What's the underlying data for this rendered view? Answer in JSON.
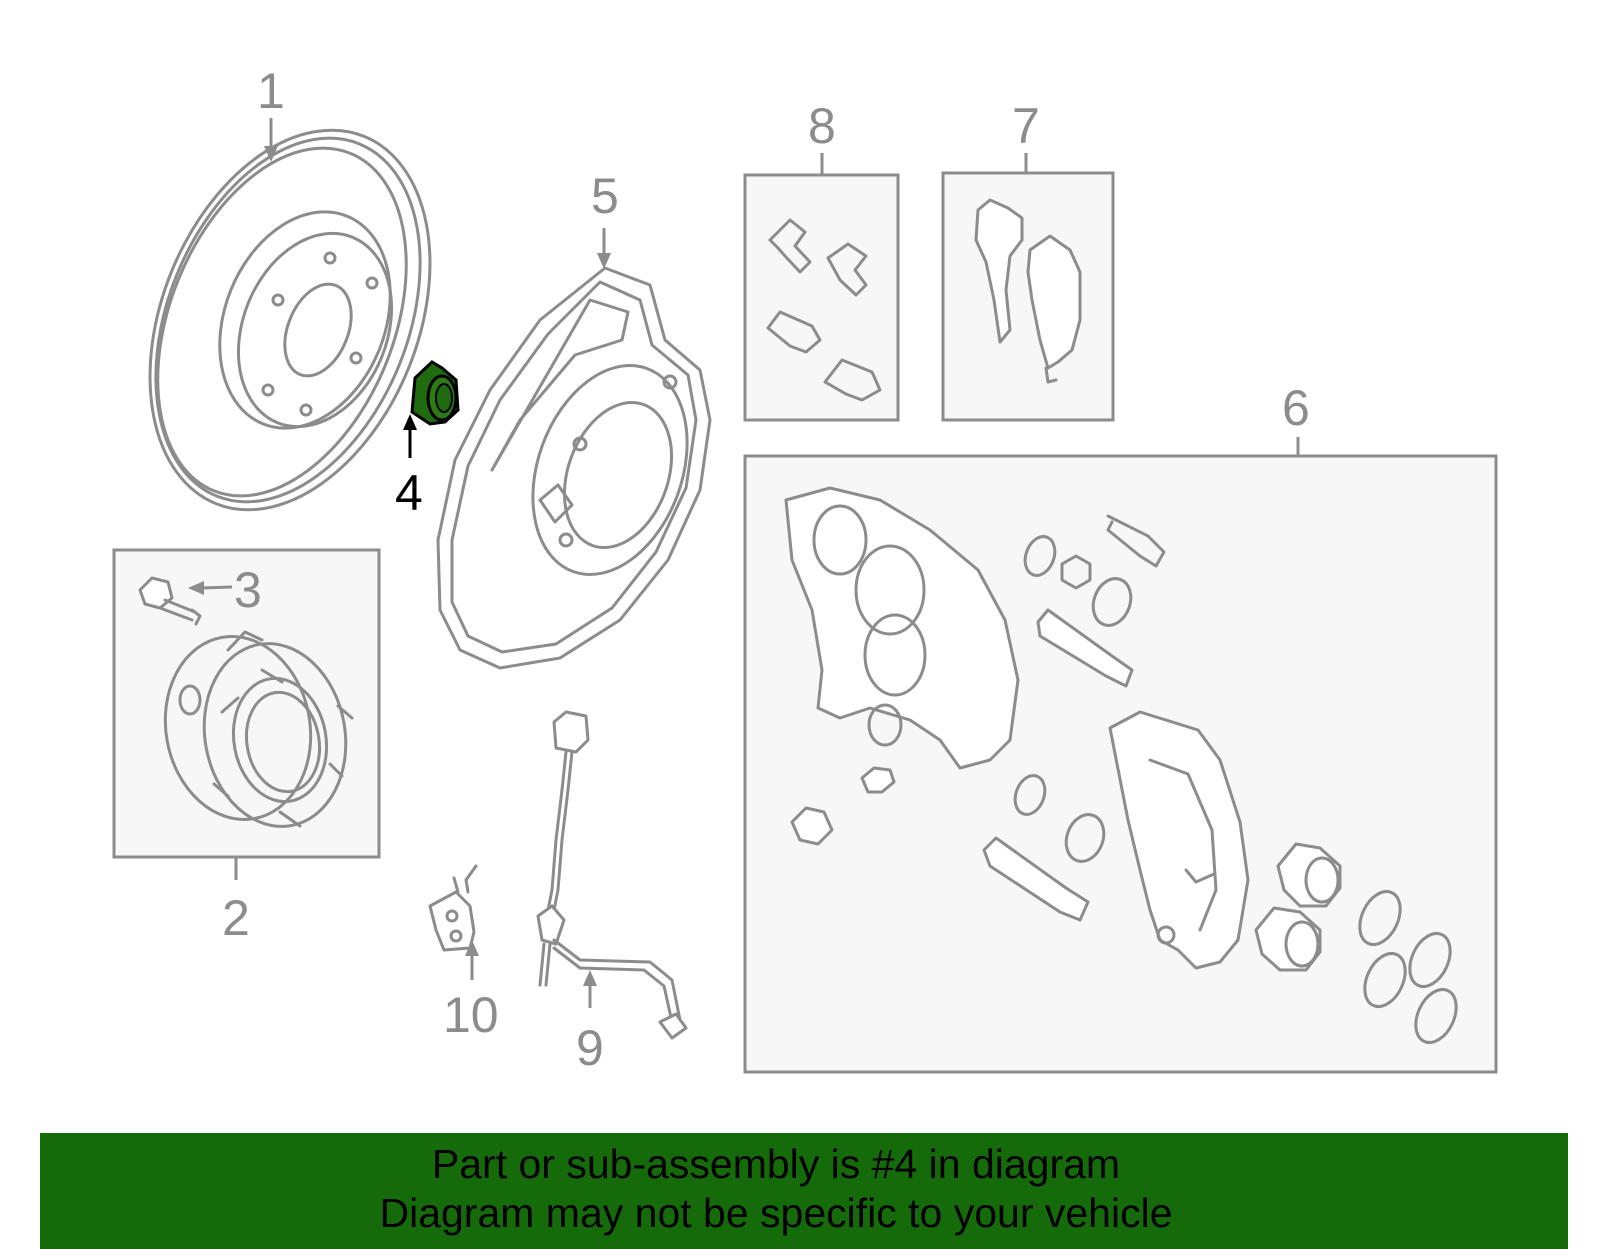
{
  "diagram": {
    "callouts": [
      "1",
      "2",
      "3",
      "4",
      "5",
      "6",
      "7",
      "8",
      "9",
      "10"
    ],
    "highlighted_part": "4",
    "highlight_color": "#1f6b0f",
    "banner_color": "#156b0a"
  },
  "banner": {
    "line1": "Part or sub-assembly is #4 in diagram",
    "line2": "Diagram may not be specific to your vehicle"
  }
}
